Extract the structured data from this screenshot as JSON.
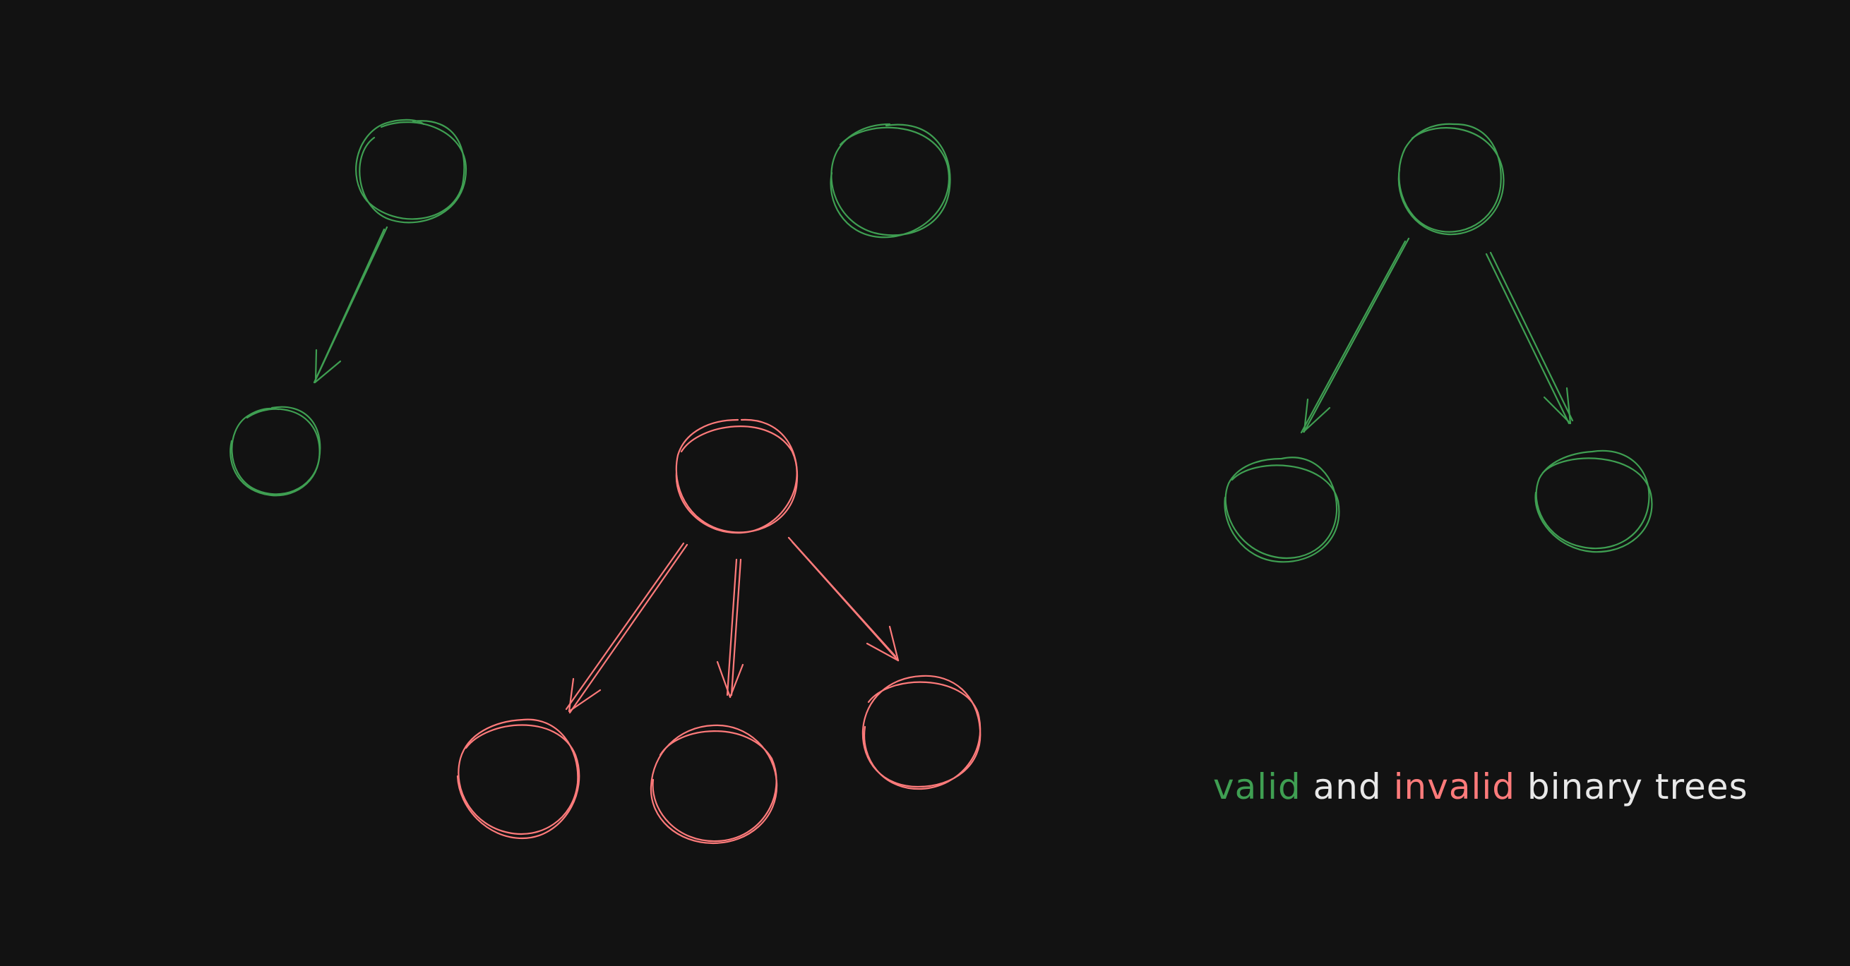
{
  "colors": {
    "background": "#121212",
    "valid": "#3f9f52",
    "invalid": "#ff7b7b",
    "text": "#e8e8e8"
  },
  "caption": {
    "word1": "valid",
    "word2": "and",
    "word3": "invalid",
    "word4": "binary trees"
  },
  "trees": [
    {
      "name": "one-child-tree",
      "status": "valid",
      "root_children": 1
    },
    {
      "name": "single-node-tree",
      "status": "valid",
      "root_children": 0
    },
    {
      "name": "two-children-tree",
      "status": "valid",
      "root_children": 2
    },
    {
      "name": "three-children-tree",
      "status": "invalid",
      "root_children": 3
    }
  ]
}
